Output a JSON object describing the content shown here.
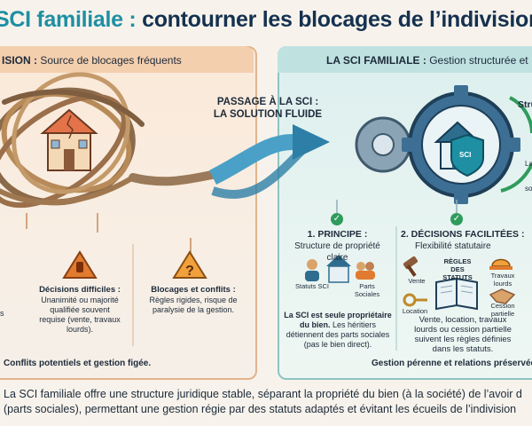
{
  "title": {
    "part1": "SCI familiale :",
    "part2": " contourner les blocages de l’indivision"
  },
  "left_panel": {
    "head_bold": "ISION :",
    "head_rest": " Source de blocages fréquents",
    "item_cut": "s",
    "decisions_title": "Décisions difficiles :",
    "decisions_text": [
      "Unanimité ou majorité",
      "qualifiée souvent",
      "requise (vente, travaux",
      "lourds)."
    ],
    "conflicts_title": "Blocages et conflits :",
    "conflicts_text": [
      "Règles rigides, risque de",
      "paralysie de la gestion."
    ],
    "footer": "Conflits potentiels et gestion figée."
  },
  "arrow_label": [
    "PASSAGE À LA SCI :",
    "LA SOLUTION FLUIDE"
  ],
  "right_panel": {
    "head_bold": "LA SCI FAMILIALE :",
    "head_rest": " Gestion structurée et",
    "badge": "SCI",
    "side_title": "Stru",
    "side_small_1": "La",
    "side_small_2": "so",
    "principe_title": [
      "1. PRINCIPE :",
      "Structure de propriété",
      "claire"
    ],
    "statuts_label": "Statuts SCI",
    "parts_label": [
      "Parts",
      "Sociales"
    ],
    "principe_text_bold": [
      "La SCI est seule propriétaire",
      "du bien."
    ],
    "principe_text": [
      "Les héritiers",
      "détiennent des parts sociales",
      "(pas le bien direct)."
    ],
    "decisions_title": [
      "2. DÉCISIONS FACILITÉES :",
      "Flexibilité statutaire"
    ],
    "regles_label": [
      "RÈGLES DES",
      "STATUTS"
    ],
    "vente_label": "Vente",
    "travaux_label": [
      "Travaux",
      "lourds"
    ],
    "location_label": "Location",
    "cession_label": [
      "Cession",
      "partielle"
    ],
    "decisions_text": [
      "Vente, location, travaux",
      "lourds ou cession partielle",
      "suivent les règles définies",
      "dans les statuts."
    ],
    "footer": "Gestion pérenne et relations préservée"
  },
  "bottom_text": [
    "La SCI familiale offre une structure juridique stable, séparant la propriété du bien (à la société) de l’avoir d",
    "(parts sociales), permettant une gestion régie par des statuts adaptés et évitant les écueils de l’indivision"
  ],
  "colors": {
    "navy": "#15314f",
    "teal": "#1f8fa3",
    "orange": "#e07b2f",
    "green": "#2f9b5c",
    "left_bg": "#fbe9d8",
    "right_bg": "#dcefee"
  }
}
